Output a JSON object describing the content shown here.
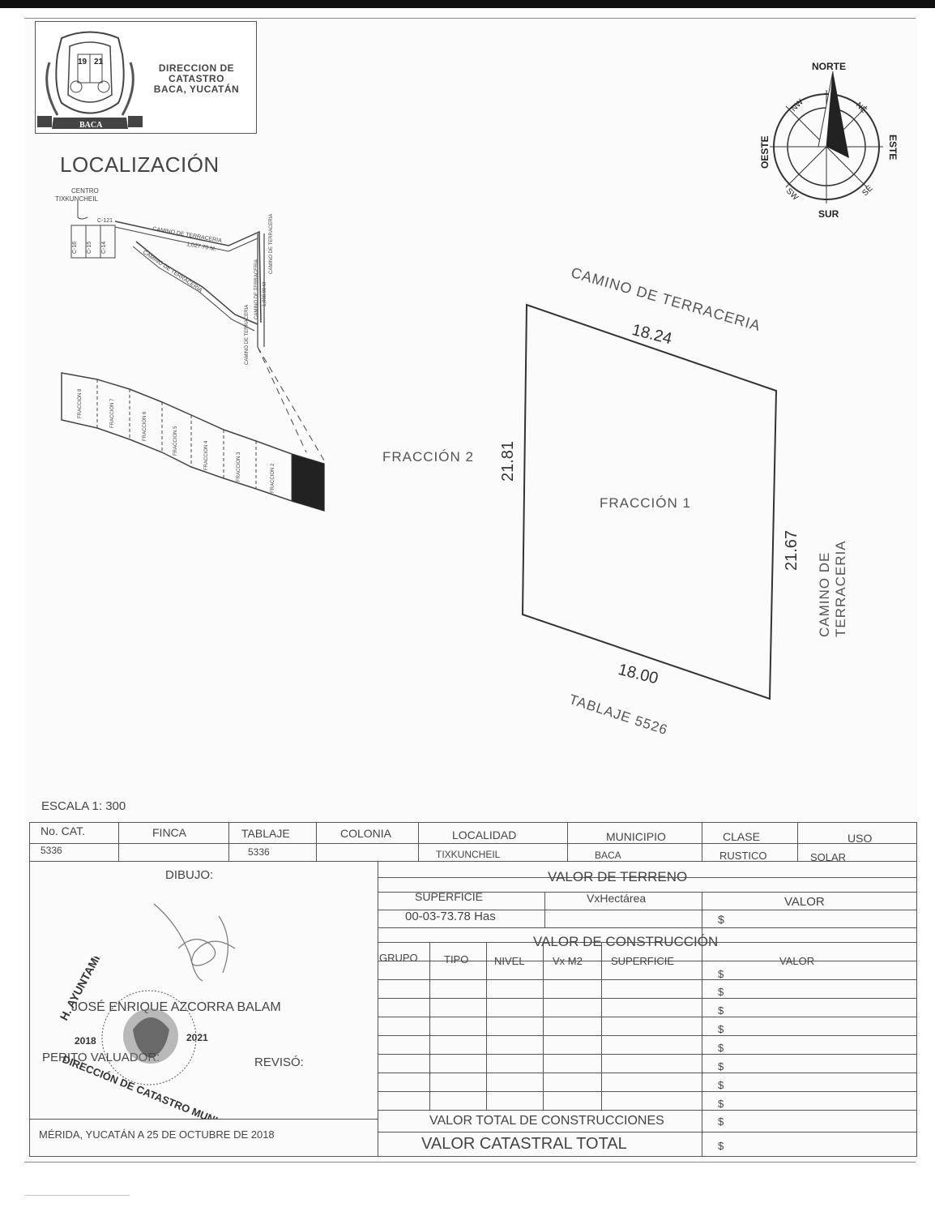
{
  "header": {
    "title_lines": [
      "DIRECCION DE",
      "CATASTRO",
      "BACA, YUCATÁN"
    ],
    "crest_year_left": "19",
    "crest_year_right": "21",
    "crest_banner": "BACA"
  },
  "compass": {
    "north": "NORTE",
    "south": "SUR",
    "east": "ESTE",
    "west": "OESTE",
    "ne": "NE",
    "nw": "NW",
    "se": "SE",
    "sw": "SW"
  },
  "location": {
    "title": "LOCALIZACIÓN",
    "centro": [
      "CENTRO",
      "TIXKUNCHEIL"
    ],
    "labels": {
      "c121": "C-121",
      "camino1": "CAMINO DE TERRACERIA",
      "dist1": "1,027.70 M.",
      "camino2": "CAMINO DE TERRACERIA",
      "camino3": "CAMINO DE TERRACERIA",
      "dist2": "1,008.00 M",
      "camino4": "CAMINO DE TERRACERIA",
      "camino5": "CAMINO DE TERRACERIA",
      "lots": [
        "C-16",
        "C-15",
        "C-14"
      ]
    },
    "fractions": [
      "FRACCION 8",
      "FRACCION 7",
      "FRACCION 6",
      "FRACCION 5",
      "FRACCION 4",
      "FRACCION 3",
      "FRACCION 2"
    ]
  },
  "plan": {
    "top_road": "CAMINO DE TERRACERIA",
    "top_dim": "18.24",
    "left_label": "FRACCIÓN 2",
    "left_dim": "21.81",
    "center_label": "FRACCIÓN 1",
    "right_dim": "21.67",
    "right_road": "CAMINO DE TERRACERIA",
    "bottom_dim": "18.00",
    "bottom_label": "TABLAJE 5526"
  },
  "scale": "ESCALA  1: 300",
  "table": {
    "headers": [
      "No. CAT.",
      "FINCA",
      "TABLAJE",
      "COLONIA",
      "LOCALIDAD",
      "MUNICIPIO",
      "CLASE",
      "USO"
    ],
    "values": [
      "5336",
      "",
      "5336",
      "",
      "TIXKUNCHEIL",
      "BACA",
      "RUSTICO",
      "SOLAR"
    ],
    "dibujo": "DIBUJO:",
    "valor_terreno": "VALOR DE TERRENO",
    "superficie": "SUPERFICIE",
    "vxhectarea": "VxHectárea",
    "valor": "VALOR",
    "superficie_value": "00-03-73.78 Has",
    "currency": "$",
    "valor_construccion": "VALOR DE CONSTRUCCIÓN",
    "cons_headers": [
      "GRUPO",
      "TIPO",
      "NIVEL",
      "Vx M2",
      "SUPERFICIE",
      "VALOR"
    ],
    "name": "JOSÉ ENRIQUE AZCORRA BALAM",
    "perito": "PERITO VALUADOR:",
    "reviso": "REVISÓ:",
    "valor_total_construcciones": "VALOR TOTAL DE CONSTRUCCIONES",
    "valor_catastral_total": "VALOR CATASTRAL TOTAL",
    "footer": "MÉRIDA, YUCATÁN A 25 DE OCTUBRE DE 2018"
  },
  "stamp": {
    "top": "H. AYUNTAMIENTO DE BACA",
    "bottom": "DIRECCIÓN DE CATASTRO MUNICIPAL",
    "year_left": "2018",
    "year_right": "2021"
  }
}
